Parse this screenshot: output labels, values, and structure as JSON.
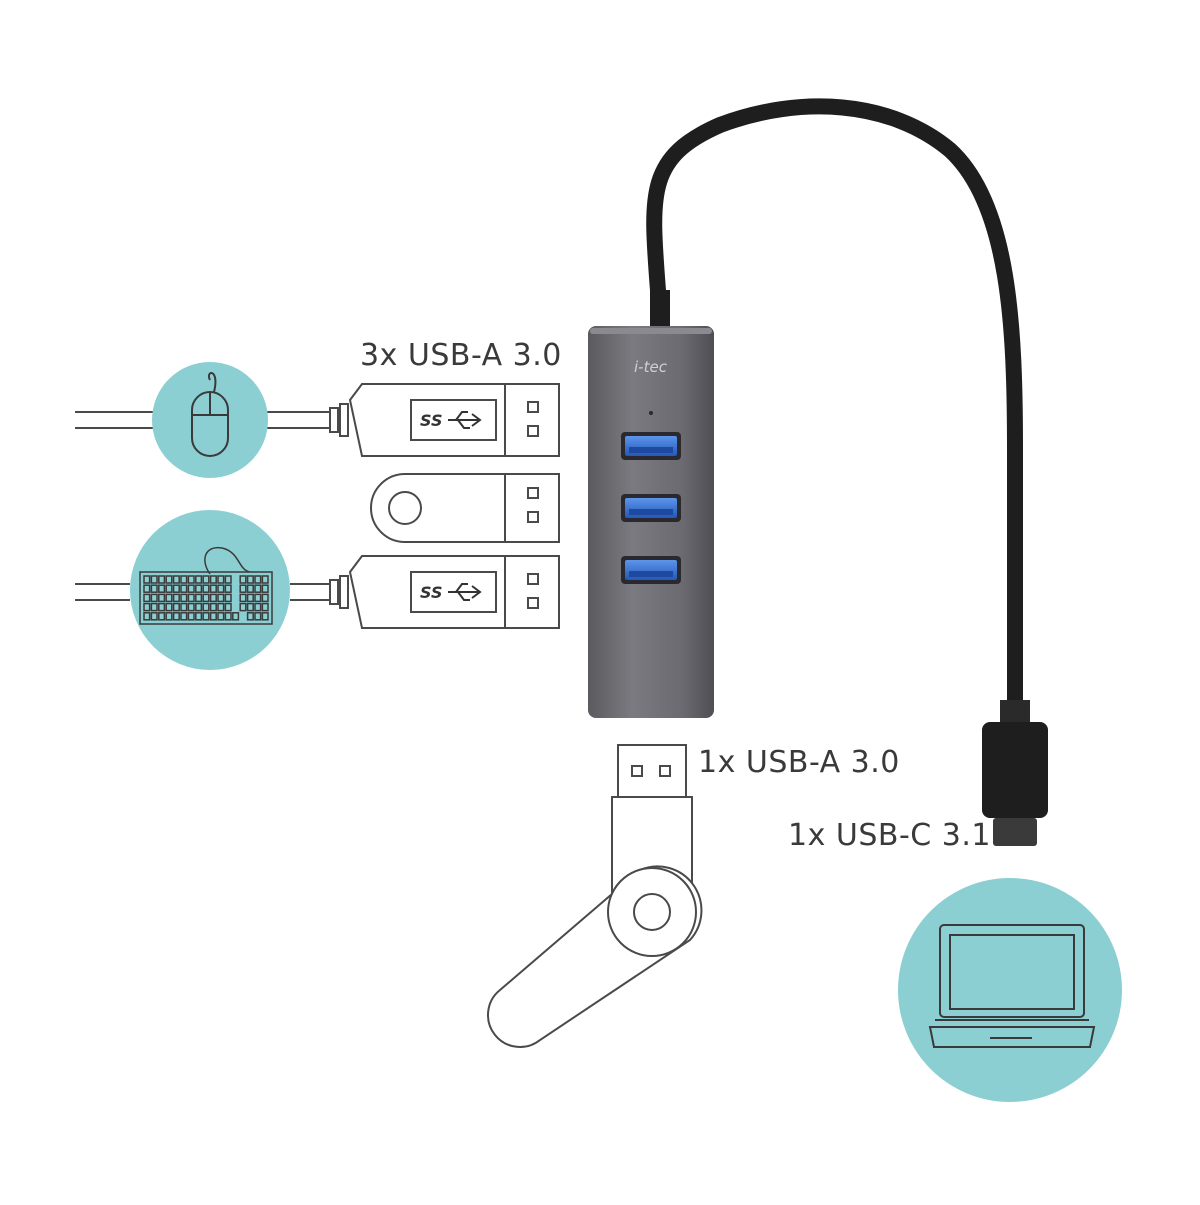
{
  "labels": {
    "three_usb_a": "3x USB-A 3.0",
    "one_usb_a": "1x USB-A 3.0",
    "one_usb_c": "1x USB-C 3.1"
  },
  "hub": {
    "brand": "i-tec",
    "port_count": 3
  },
  "plug_logo": "SS",
  "colors": {
    "circle_fill": "#8ccfd3",
    "line": "#4a4a4a",
    "hub_body": "#6b6b70",
    "usb_port_blue": "#2f6fd0",
    "cable": "#1e1e1e"
  },
  "icons": [
    "mouse-icon",
    "keyboard-icon",
    "usb-flash-drive-icon",
    "laptop-icon",
    "usb-a-plug-icon",
    "usb-c-plug-icon"
  ]
}
